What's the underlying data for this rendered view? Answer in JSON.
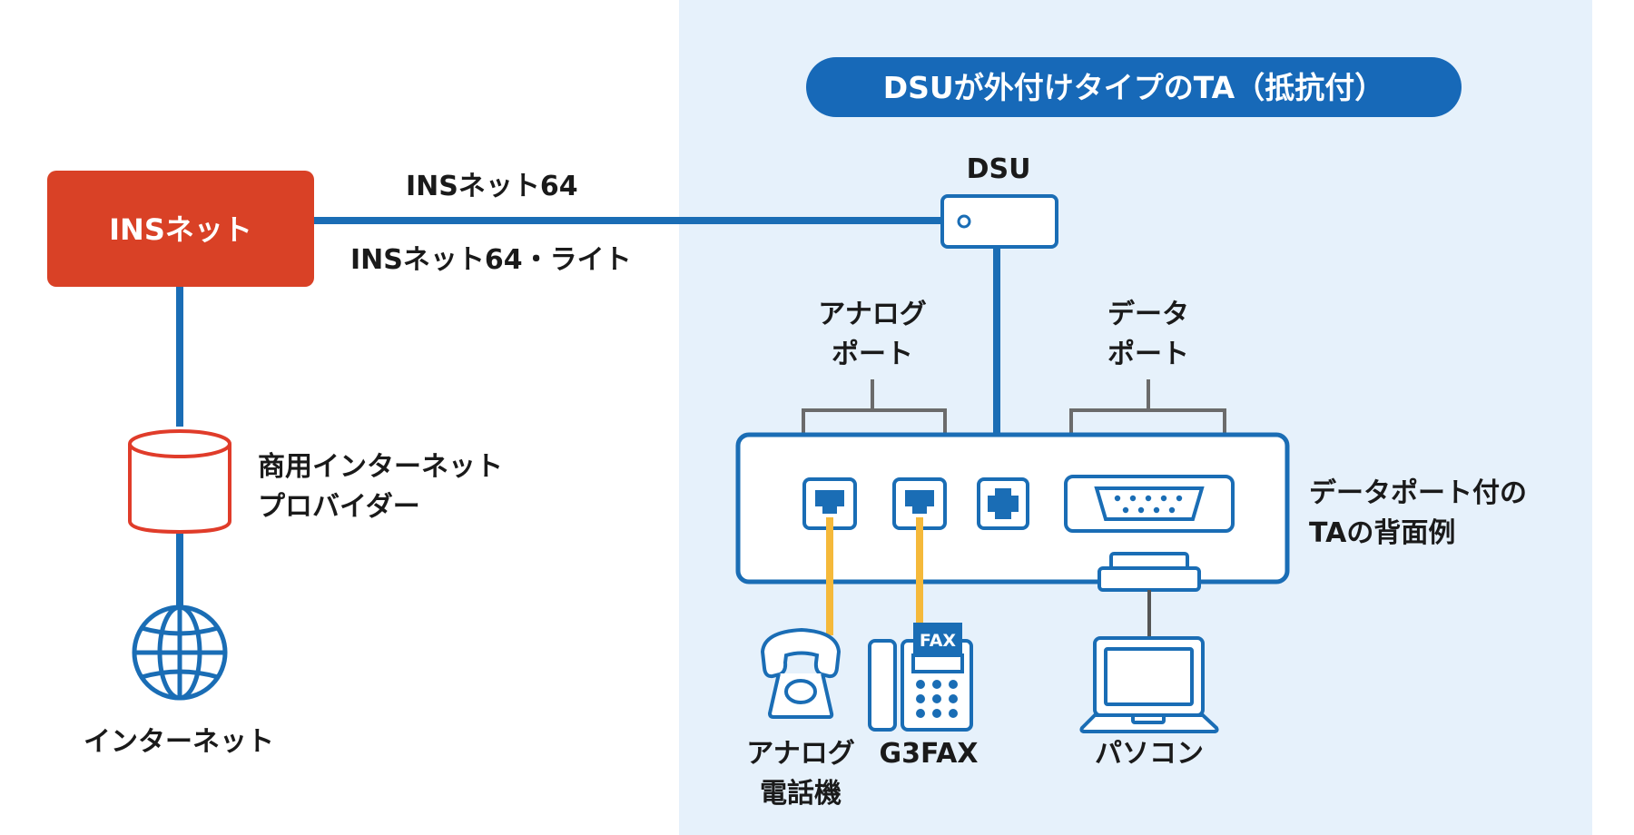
{
  "title": "DSUが外付けタイプのTA（抵抗付）",
  "ins_net": {
    "box_label": "INSネット",
    "line_label_top": "INSネット64",
    "line_label_bottom": "INSネット64・ライト"
  },
  "isp": {
    "label_line1": "商用インターネット",
    "label_line2": "プロバイダー"
  },
  "internet": {
    "label": "インターネット"
  },
  "dsu": {
    "label": "DSU"
  },
  "analog_port": {
    "label_line1": "アナログ",
    "label_line2": "ポート"
  },
  "data_port": {
    "label_line1": "データ",
    "label_line2": "ポート"
  },
  "ta": {
    "label_line1": "データポート付の",
    "label_line2": "TAの背面例"
  },
  "devices": {
    "phone": {
      "label_line1": "アナログ",
      "label_line2": "電話機"
    },
    "fax": {
      "label": "G3FAX",
      "badge": "FAX"
    },
    "pc": {
      "label": "パソコン"
    }
  },
  "colors": {
    "line_blue": "#1a6db5",
    "title_pill": "#1769b8",
    "ins_red": "#d94126",
    "isp_red": "#e03c2a",
    "cable_yellow": "#f5b93a",
    "panel_bg": "#e6f1fb",
    "bracket_gray": "#6b6b6b"
  }
}
